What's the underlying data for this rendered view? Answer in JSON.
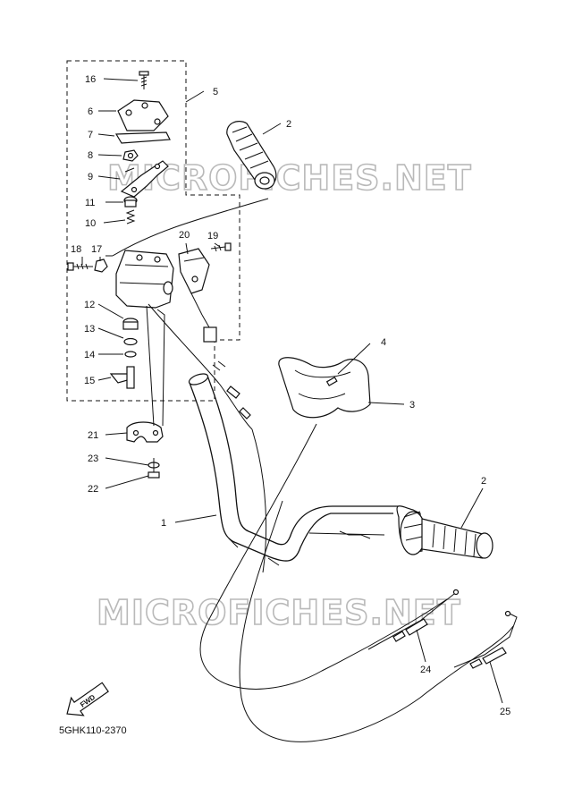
{
  "diagram": {
    "code": "5GHK110-2370",
    "watermark": "MICROFICHES.NET",
    "fwd_label": "FWD"
  },
  "callouts": [
    {
      "id": "c16",
      "label": "16"
    },
    {
      "id": "c6",
      "label": "6"
    },
    {
      "id": "c7",
      "label": "7"
    },
    {
      "id": "c8",
      "label": "8"
    },
    {
      "id": "c9",
      "label": "9"
    },
    {
      "id": "c11",
      "label": "11"
    },
    {
      "id": "c10",
      "label": "10"
    },
    {
      "id": "c18",
      "label": "18"
    },
    {
      "id": "c17",
      "label": "17"
    },
    {
      "id": "c20",
      "label": "20"
    },
    {
      "id": "c19",
      "label": "19"
    },
    {
      "id": "c12",
      "label": "12"
    },
    {
      "id": "c13",
      "label": "13"
    },
    {
      "id": "c14",
      "label": "14"
    },
    {
      "id": "c15",
      "label": "15"
    },
    {
      "id": "c21",
      "label": "21"
    },
    {
      "id": "c23",
      "label": "23"
    },
    {
      "id": "c22",
      "label": "22"
    },
    {
      "id": "c5",
      "label": "5"
    },
    {
      "id": "c2a",
      "label": "2"
    },
    {
      "id": "c4",
      "label": "4"
    },
    {
      "id": "c3",
      "label": "3"
    },
    {
      "id": "c1",
      "label": "1"
    },
    {
      "id": "c2b",
      "label": "2"
    },
    {
      "id": "c24",
      "label": "24"
    },
    {
      "id": "c25",
      "label": "25"
    }
  ]
}
